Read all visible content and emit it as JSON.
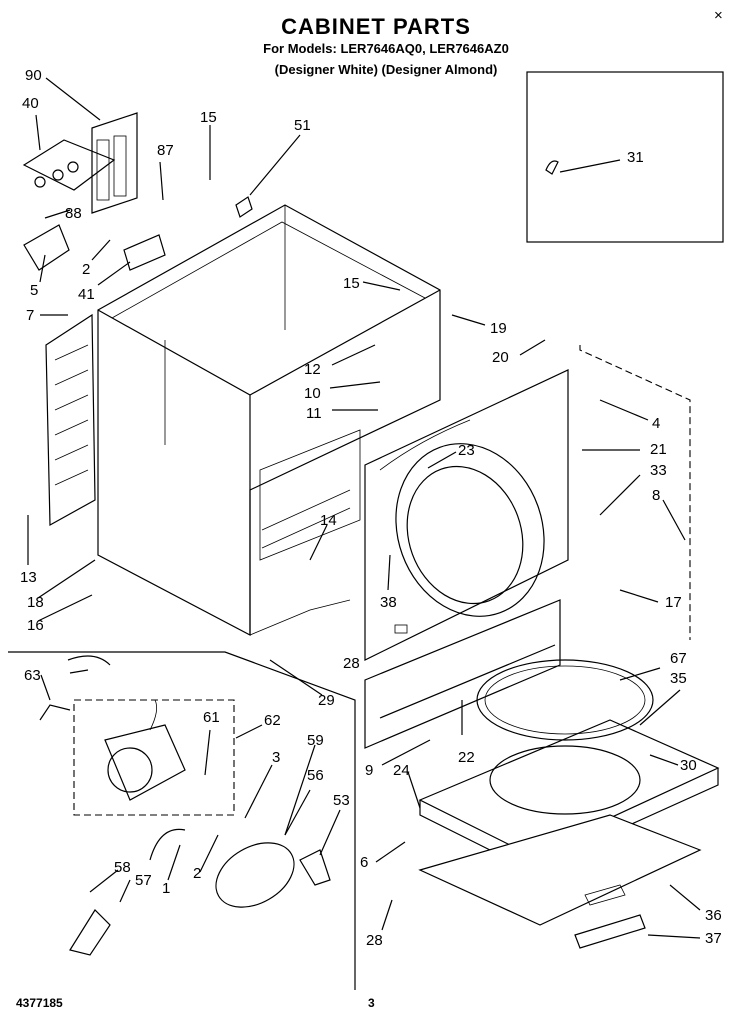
{
  "header": {
    "title": "CABINET PARTS",
    "models": "For Models: LER7646AQ0, LER7646AZ0",
    "variants": "(Designer White) (Designer Almond)"
  },
  "footer": {
    "part_code": "4377185",
    "page_number": "3"
  },
  "callouts": [
    "90",
    "40",
    "15",
    "51",
    "87",
    "88",
    "2",
    "5",
    "41",
    "7",
    "31",
    "15",
    "19",
    "12",
    "20",
    "10",
    "11",
    "4",
    "21",
    "23",
    "33",
    "8",
    "13",
    "14",
    "18",
    "16",
    "38",
    "17",
    "28",
    "63",
    "61",
    "62",
    "67",
    "35",
    "3",
    "59",
    "56",
    "53",
    "9",
    "24",
    "22",
    "30",
    "29",
    "58",
    "57",
    "1",
    "2",
    "6",
    "28",
    "36",
    "37"
  ]
}
